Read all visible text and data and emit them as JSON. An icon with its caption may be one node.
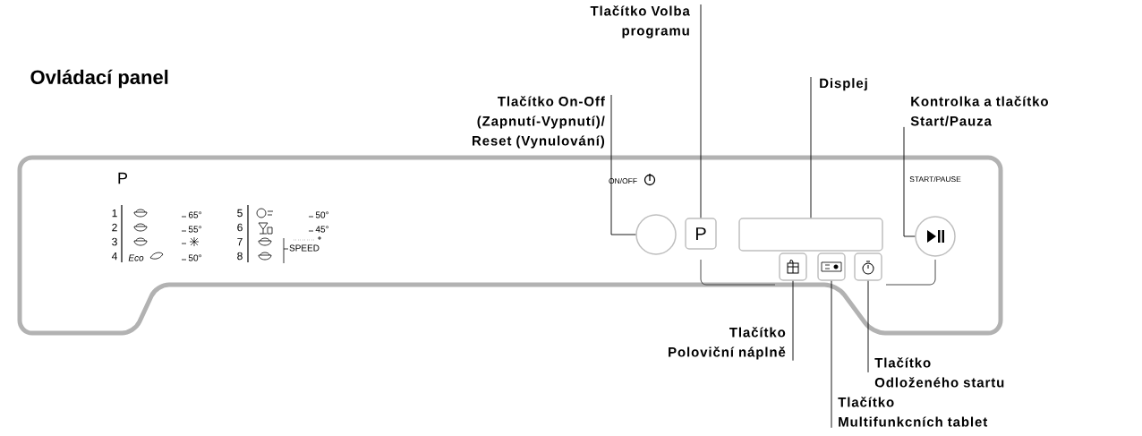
{
  "diagram": {
    "title": "Ovládací panel",
    "nodes": [
      {
        "text": [
          "Tlačítko On-Off (Zapnutí-Vypnutí)/ Reset (Vynulování)"
        ]
      },
      {
        "text": [
          "Tlačítko Volba programu"
        ]
      },
      {
        "text": [
          "Displej"
        ]
      },
      {
        "text": [
          "Kontrolka a tlačítko Start/Pauza"
        ]
      },
      {
        "text": [],
        "shape": "circle"
      },
      {
        "text": [
          "P"
        ]
      },
      {
        "text": [],
        "shape": "box"
      },
      {
        "text": [],
        "shape": "circle"
      },
      {
        "text": [],
        "shape": "box"
      },
      {
        "text": [],
        "shape": "box"
      },
      {
        "text": [],
        "shape": "box"
      },
      {
        "text": [
          "Tlačítko Poloviční náplně"
        ]
      },
      {
        "text": [
          "Tlačítko Odloženého startu"
        ]
      },
      {
        "text": [
          "Tlačítko Multifunkcních tablet"
        ]
      }
    ],
    "edges": [
      {
        "from": 0,
        "to": 4,
        "arrow": "none"
      },
      {
        "from": 1,
        "to": 5,
        "arrow": "none"
      },
      {
        "from": 2,
        "to": 6,
        "arrow": "none"
      },
      {
        "from": 3,
        "to": 7,
        "arrow": "none"
      },
      {
        "from": 11,
        "to": 8,
        "arrow": "none"
      },
      {
        "from": 13,
        "to": 9,
        "arrow": "none"
      },
      {
        "from": 12,
        "to": 10,
        "arrow": "none"
      }
    ],
    "labels": [
      "P",
      "ON/OFF",
      "START/PAUSE",
      "1",
      "65°",
      "5",
      "50°",
      "2",
      "55°",
      "6",
      "45°",
      "3",
      "7",
      "SPEED",
      "4",
      "Eco",
      "50°",
      "8"
    ]
  }
}
